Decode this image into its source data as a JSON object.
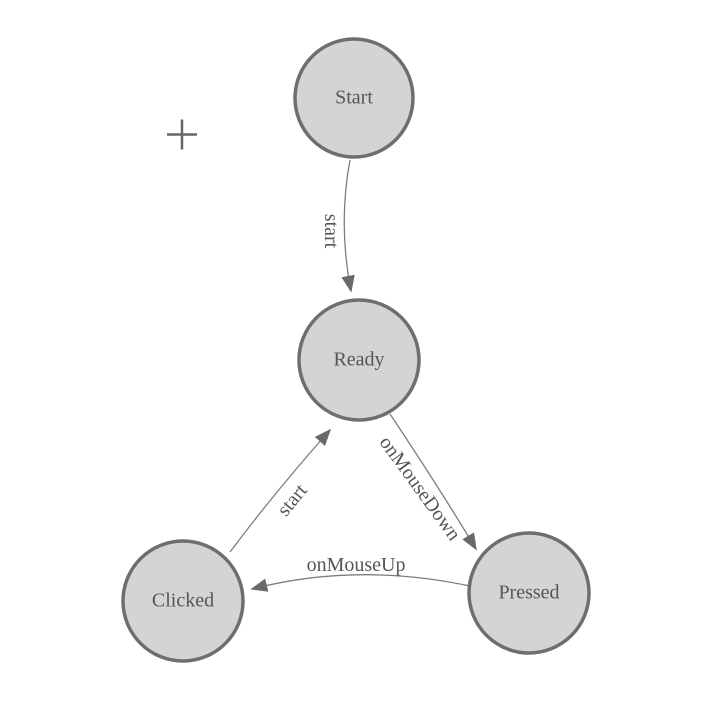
{
  "canvas": {
    "background_color": "#ffffff",
    "kind": "state-machine-diagram"
  },
  "cursor": {
    "shape": "plus-crosshair",
    "color": "#666666"
  },
  "diagram": {
    "nodes": [
      {
        "id": "start",
        "label": "Start"
      },
      {
        "id": "ready",
        "label": "Ready"
      },
      {
        "id": "clicked",
        "label": "Clicked"
      },
      {
        "id": "pressed",
        "label": "Pressed"
      }
    ],
    "edges": [
      {
        "from": "Start",
        "to": "Ready",
        "label": "start"
      },
      {
        "from": "Clicked",
        "to": "Ready",
        "label": "start"
      },
      {
        "from": "Ready",
        "to": "Pressed",
        "label": "onMouseDown"
      },
      {
        "from": "Pressed",
        "to": "Clicked",
        "label": "onMouseUp"
      }
    ],
    "colors": {
      "node_fill": "#d4d4d4",
      "node_border": "#6e6e6e",
      "edge_line": "#7d7d7d",
      "arrowhead": "#696969",
      "label_text": "#53565b"
    }
  }
}
